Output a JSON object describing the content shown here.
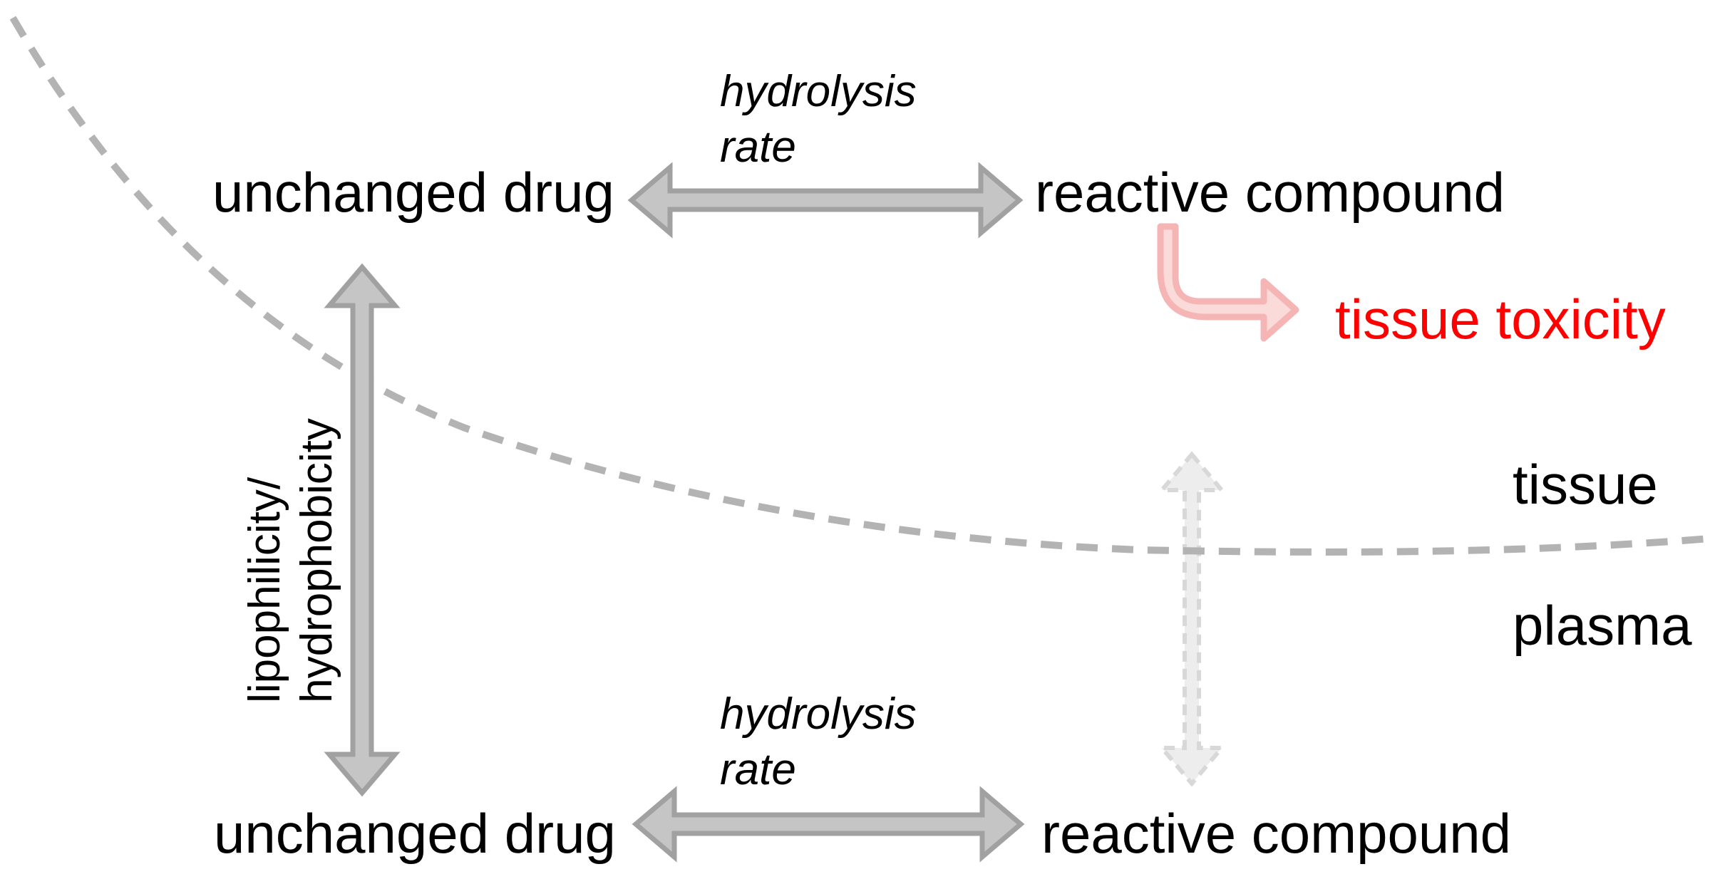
{
  "colors": {
    "background": "#ffffff",
    "text-black": "#000000",
    "toxicity-red": "#fe0000",
    "arrow-gray-fill": "#c5c5c5",
    "arrow-gray-stroke": "#a1a1a1",
    "curve-dash-gray": "#b3b3b3",
    "faded-arrow-fill": "#ededed",
    "faded-arrow-stroke": "#d8d8d8",
    "pink-arrow-fill": "#fbdada",
    "pink-arrow-stroke": "#f5b5b5"
  },
  "compartments": {
    "upper_label": "tissue",
    "lower_label": "plasma"
  },
  "tissue_row": {
    "left_node": "unchanged drug",
    "right_node": "reactive compound",
    "arrow_label_line1": "hydrolysis",
    "arrow_label_line2": "rate"
  },
  "plasma_row": {
    "left_node": "unchanged drug",
    "right_node": "reactive compound",
    "arrow_label_line1": "hydrolysis",
    "arrow_label_line2": "rate"
  },
  "partition_arrow_label": {
    "line1": "lipophilicity/",
    "line2": "hydrophobicity"
  },
  "toxicity": {
    "label": "tissue toxicity"
  }
}
